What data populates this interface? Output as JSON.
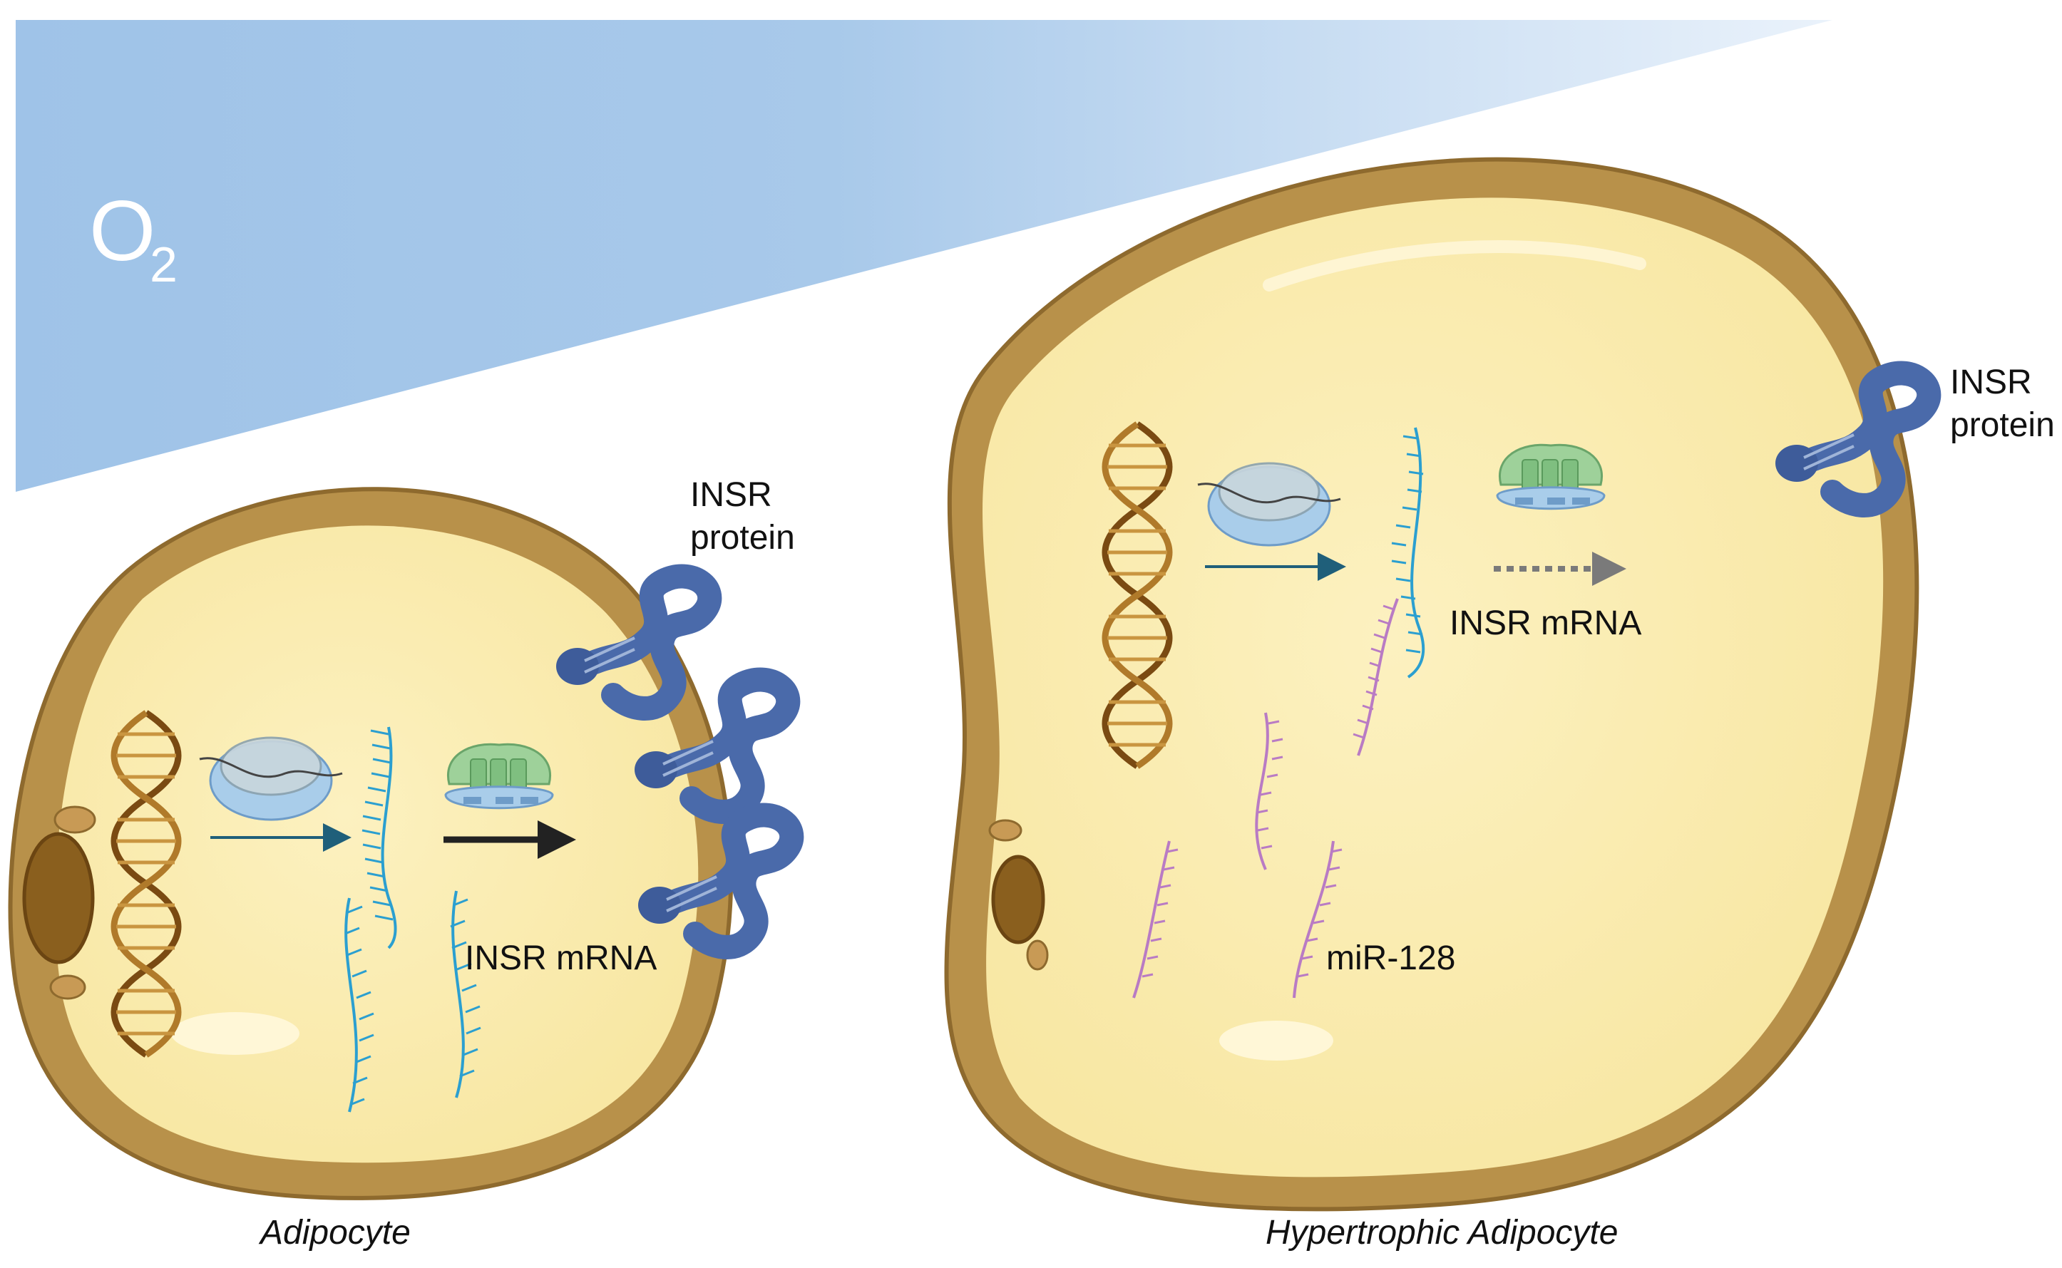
{
  "oxygen": {
    "symbol": "O",
    "subscript": "2"
  },
  "left_cell": {
    "caption": "Adipocyte",
    "protein_label_line1": "INSR",
    "protein_label_line2": "protein",
    "mrna_label": "INSR mRNA"
  },
  "right_cell": {
    "caption": "Hypertrophic Adipocyte",
    "protein_label_line1": "INSR",
    "protein_label_line2": "protein",
    "mrna_label": "INSR mRNA",
    "mirna_label": "miR-128"
  },
  "colors": {
    "gradient_start": "#9fc3e8",
    "gradient_end": "#eaf2fb",
    "cell_membrane": "#b8914a",
    "cytoplasm": "#fbeeb3",
    "mrna": "#2b9fd0",
    "mirna": "#b97bc4",
    "receptor": "#4a6aaa",
    "dna": "#7a4a12",
    "arrow_dark": "#222222",
    "arrow_teal": "#1f5f7a",
    "arrow_dotted": "#7a7a7a"
  }
}
